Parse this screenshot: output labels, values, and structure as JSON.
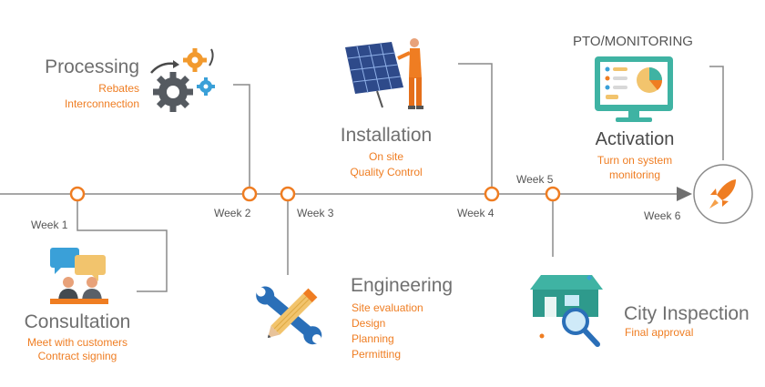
{
  "stages": [
    {
      "id": "processing",
      "title": "Processing",
      "details": [
        "Rebates",
        "Interconnection"
      ],
      "icon": "gears-icon"
    },
    {
      "id": "installation",
      "title": "Installation",
      "details": [
        "On site",
        "Quality Control"
      ],
      "icon": "solar-installer-icon"
    },
    {
      "id": "activation",
      "title": "Activation",
      "header": "PTO/MONITORING",
      "details": [
        "Turn on system",
        "monitoring"
      ],
      "icon": "monitor-pie-chart-icon"
    },
    {
      "id": "consultation",
      "title": "Consultation",
      "details": [
        "Meet with customers",
        "Contract signing"
      ],
      "icon": "people-chat-icon"
    },
    {
      "id": "engineering",
      "title": "Engineering",
      "details": [
        "Site evaluation",
        "Design",
        "Planning",
        "Permitting"
      ],
      "icon": "pencil-wrench-icon"
    },
    {
      "id": "city-inspection",
      "title": "City Inspection",
      "details": [
        "Final approval"
      ],
      "icon": "house-magnifier-icon"
    }
  ],
  "weeks": [
    "Week 1",
    "Week 2",
    "Week 3",
    "Week 4",
    "Week 5",
    "Week 6"
  ],
  "end_icon": "rocket-icon",
  "colors": {
    "accent": "#ef7d22",
    "line": "#8a8a8a",
    "title": "#6f6f6f",
    "teal": "#3fb3a3",
    "navy": "#2e4a8a"
  }
}
